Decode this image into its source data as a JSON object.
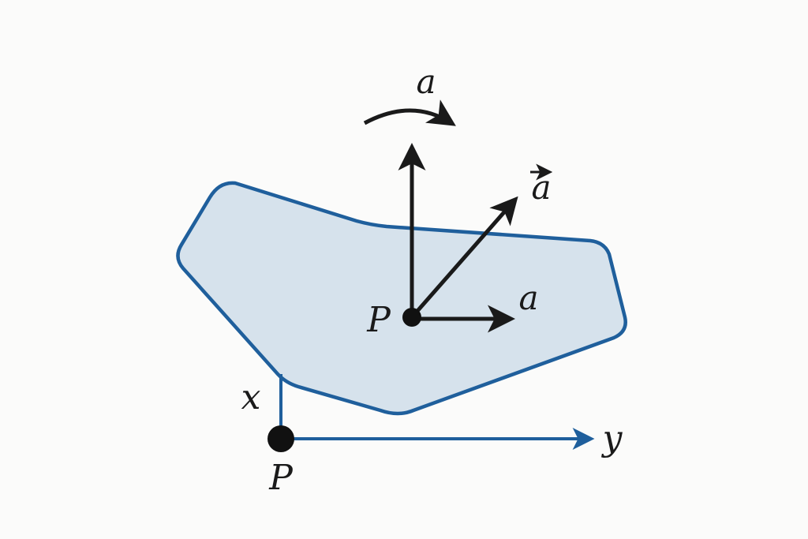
{
  "colors": {
    "background": "#fbfbfa",
    "body_fill": "#d6e2ec",
    "body_outline": "#1f5f9c",
    "vector": "#1a1a1a",
    "axis": "#1f5f9c",
    "point": "#111111"
  },
  "labels": {
    "rotation": "a",
    "vector": "a",
    "horizontal_vector": "a",
    "center_point": "P",
    "origin_point": "P",
    "x_axis": "x",
    "y_axis": "y"
  }
}
